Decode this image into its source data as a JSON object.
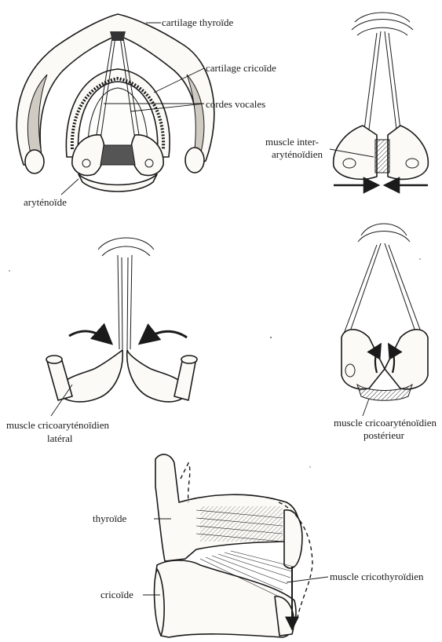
{
  "labels": {
    "thyroid_cartilage": "cartilage thyroïde",
    "cricoid_cartilage": "cartilage cricoïde",
    "vocal_cords": "cordes vocales",
    "arytenoid": "aryténoïde",
    "interarytenoid_line1": "muscle inter-",
    "interarytenoid_line2": "aryténoïdien",
    "lateral_line1": "muscle cricoaryténoïdien",
    "lateral_line2": "latéral",
    "posterior_line1": "muscle cricoaryténoïdien",
    "posterior_line2": "postérieur",
    "thyroid": "thyroïde",
    "cricoid": "cricoïde",
    "cricothyroid": "muscle cricothyroïdien"
  }
}
